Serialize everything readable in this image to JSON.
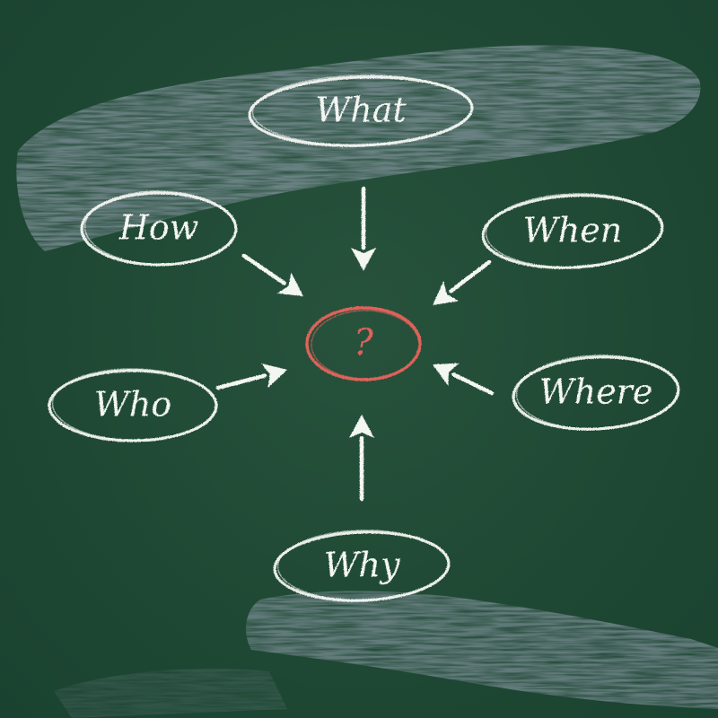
{
  "diagram": {
    "center": {
      "label": "?"
    },
    "nodes": [
      {
        "id": "what",
        "label": "What"
      },
      {
        "id": "how",
        "label": "How"
      },
      {
        "id": "when",
        "label": "When"
      },
      {
        "id": "who",
        "label": "Who"
      },
      {
        "id": "where",
        "label": "Where"
      },
      {
        "id": "why",
        "label": "Why"
      }
    ],
    "edges": [
      {
        "from": "what",
        "to": "center"
      },
      {
        "from": "how",
        "to": "center"
      },
      {
        "from": "when",
        "to": "center"
      },
      {
        "from": "who",
        "to": "center"
      },
      {
        "from": "where",
        "to": "center"
      },
      {
        "from": "why",
        "to": "center"
      }
    ]
  },
  "colors": {
    "board": "#1f4a36",
    "chalk": "#f4f6f2",
    "smudge": "#7a8c94",
    "center_ring": "#e0625a"
  }
}
